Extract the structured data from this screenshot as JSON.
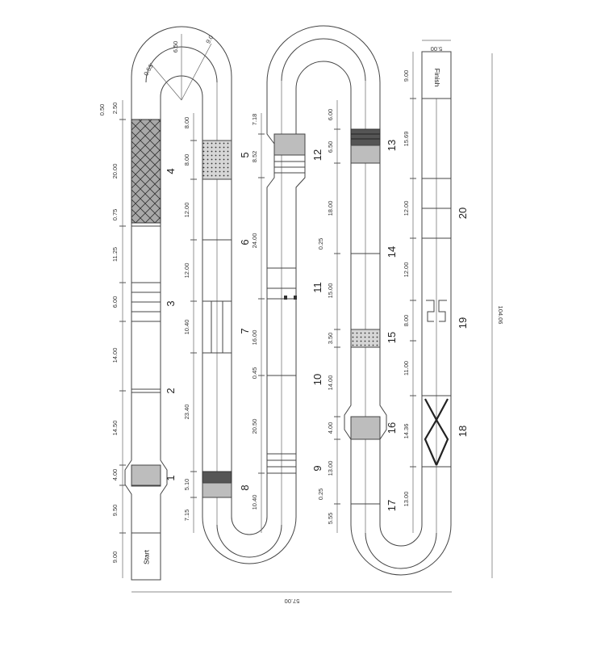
{
  "labels": {
    "start": "Start",
    "finish": "Finish"
  },
  "sections": [
    "1",
    "2",
    "3",
    "4",
    "5",
    "6",
    "7",
    "8",
    "9",
    "10",
    "11",
    "12",
    "13",
    "14",
    "15",
    "16",
    "17",
    "18",
    "19",
    "20"
  ],
  "dims": {
    "lane1": [
      "9.00",
      "9.50",
      "4.00",
      "14.50",
      "14.00",
      "6.00",
      "11.25",
      "0.75",
      "20.00",
      "0.50",
      "2.50"
    ],
    "lane2": [
      "8.00",
      "8.00",
      "12.00",
      "12.00",
      "10.40",
      "23.40",
      "5.10",
      "7.15"
    ],
    "lane3": [
      "7.18",
      "8.52",
      "24.00",
      "0.45",
      "16.00",
      "20.50",
      "10.40"
    ],
    "lane4": [
      "6.00",
      "6.50",
      "18.00",
      "0.25",
      "15.00",
      "3.50",
      "14.00",
      "4.00",
      "13.00",
      "0.25",
      "5.55"
    ],
    "lane5": [
      "9.00",
      "15.69",
      "12.00",
      "12.00",
      "8.00",
      "11.00",
      "14.36",
      "13.00"
    ],
    "arc": [
      "0.53",
      "6.50",
      "9.0"
    ],
    "finish_width": "5.00",
    "total_width": "57.00",
    "total_height": "104.06"
  },
  "colors": {
    "line": "#444444",
    "grey": "#bdbdbd",
    "dark": "#555555"
  }
}
